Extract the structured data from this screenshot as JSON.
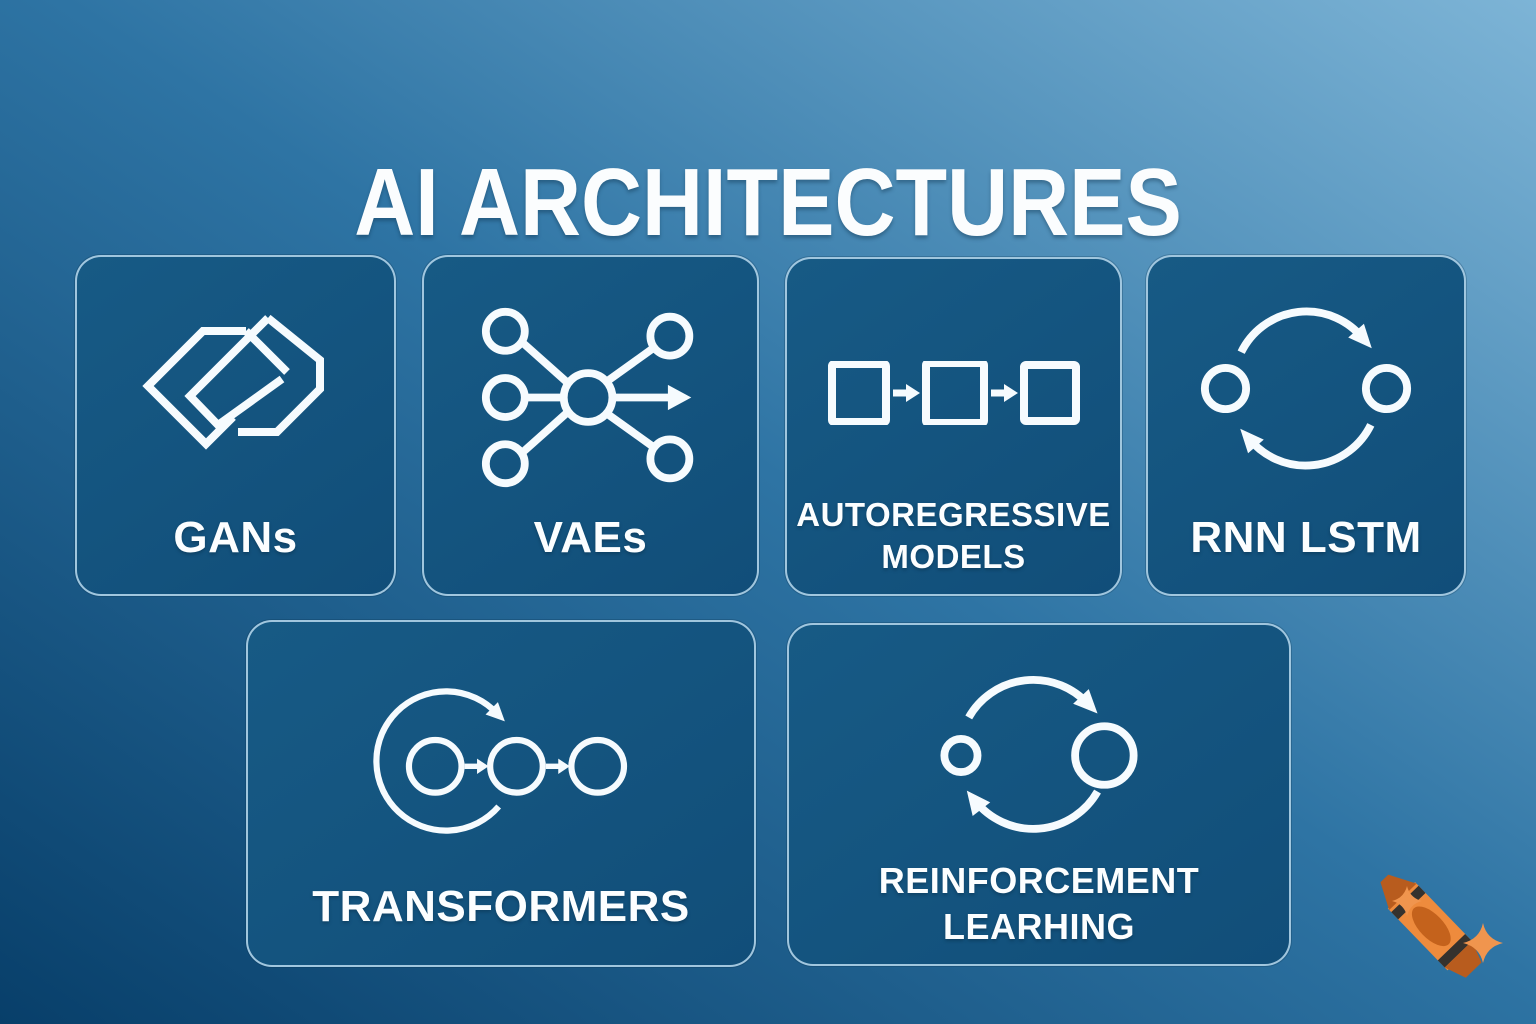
{
  "title": "AI ARCHITECTURES",
  "cards": [
    {
      "id": "gans",
      "label": "GANs",
      "icon": "interlocked-diamonds-icon"
    },
    {
      "id": "vaes",
      "label": "VAEs",
      "icon": "encoder-network-icon"
    },
    {
      "id": "autoregressive-models",
      "label_line1": "AUTOREGRESSIVE",
      "label_line2": "MODELS",
      "icon": "sequence-squares-icon"
    },
    {
      "id": "rnn-lstm",
      "label": "RNN LSTM",
      "icon": "recurrent-cycle-icon"
    },
    {
      "id": "transformers",
      "label": "TRANSFORMERS",
      "icon": "self-attention-loop-icon"
    },
    {
      "id": "reinforcement-learning",
      "label_line1": "REINFORCEMENT",
      "label_line2": "LEARHING",
      "icon": "feedback-loop-icon"
    }
  ],
  "logo": {
    "name": "crayon-logo"
  },
  "colors": {
    "background_bottom_left": "#083f6a",
    "background_mid": "#2e74a4",
    "background_top_right": "#7db4d6",
    "card_fill": "#13547f",
    "card_border": "#badbee",
    "icon_stroke": "#f6fbfe",
    "node_fill": "#2a7aa5",
    "node_fill_dim": "#1f6f99",
    "text": "#fcfeff",
    "crayon_orange": "#ee8b3d",
    "crayon_dark_orange": "#b85c1e",
    "crayon_stripe": "#35322e",
    "sparkle_orange": "#f0954e"
  }
}
